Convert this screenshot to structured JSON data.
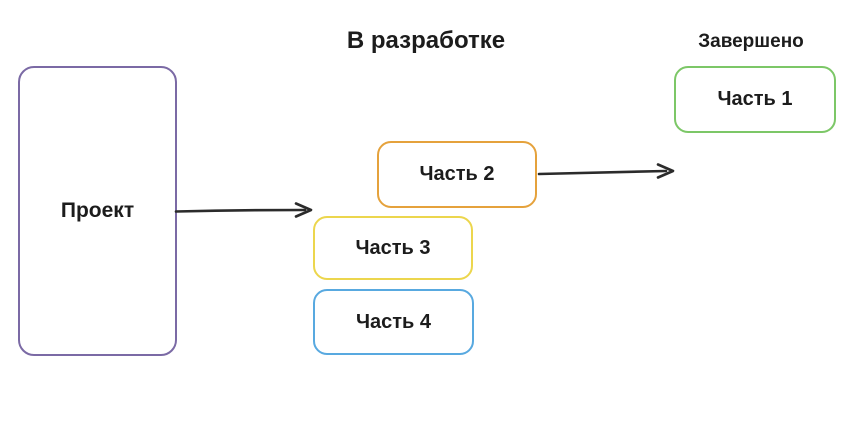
{
  "diagram": {
    "background_color": "#ffffff",
    "text_color": "#1c1c1c",
    "arrow_color": "#2b2b2b",
    "titles": {
      "in_progress": "В разработке",
      "done": "Завершено"
    },
    "nodes": {
      "project": {
        "label": "Проект",
        "border_color": "#7b6aa5"
      },
      "part1": {
        "label": "Часть 1",
        "border_color": "#7cc767",
        "column": "Завершено"
      },
      "part2": {
        "label": "Часть 2",
        "border_color": "#e5a23c",
        "column": "В разработке"
      },
      "part3": {
        "label": "Часть 3",
        "border_color": "#ecd64d",
        "column": "В разработке"
      },
      "part4": {
        "label": "Часть 4",
        "border_color": "#58a9e0",
        "column": "В разработке"
      }
    },
    "edges": [
      {
        "from": "Проект",
        "to": "В разработке"
      },
      {
        "from": "Часть 2",
        "to": "Завершено"
      }
    ]
  }
}
